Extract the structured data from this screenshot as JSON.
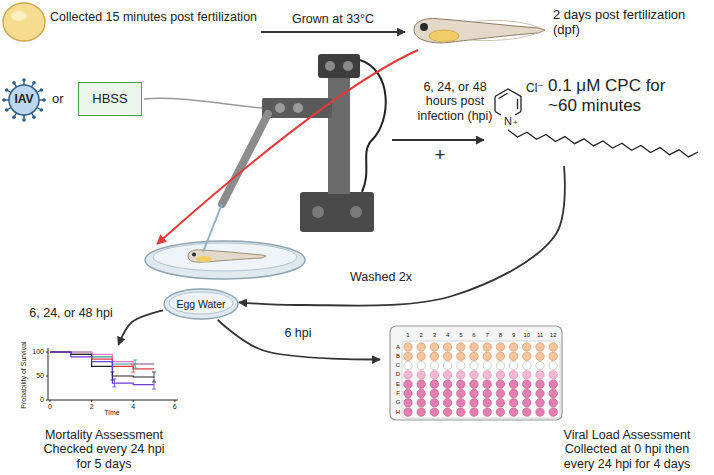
{
  "diagram": {
    "nodes": [
      {
        "text": [
          "Collected 15 minutes post fertilization"
        ]
      },
      {
        "text": [
          "2 days post fertilization (dpf)"
        ]
      },
      {
        "text": [
          "IAV"
        ]
      },
      {
        "text": [
          "HBSS"
        ]
      },
      {
        "text": [
          "0.1 μM CPC for ~60 minutes"
        ]
      },
      {
        "text": [
          "Egg Water"
        ]
      },
      {
        "text": [
          "Mortality Assessment Checked every 24 hpi for 5 days"
        ]
      },
      {
        "text": [
          "Viral Load Assessment Collected at 0 hpi then every 24 hpi for 4 days"
        ]
      }
    ],
    "edges": [
      {
        "from": 0,
        "to": 1,
        "label": "Grown at 33°C",
        "arrow": "to"
      },
      {
        "from": 4,
        "to": 5,
        "label": "Washed 2x",
        "arrow": "to"
      },
      {
        "from": 5,
        "to": 6,
        "label": "6, 24, or 48 hpi",
        "arrow": "to"
      },
      {
        "from": 5,
        "to": 7,
        "label": "6 hpi",
        "arrow": "to"
      }
    ],
    "labels": [
      "or",
      "6, 24, or 48 hours post infection (hpi)",
      "+",
      "N",
      "+",
      "Cl⁻",
      "Probability of Survival",
      "100",
      "50",
      "0",
      "0",
      "2",
      "4",
      "6",
      "Time",
      "1",
      "2",
      "3",
      "4",
      "5",
      "6",
      "7",
      "8",
      "9",
      "10",
      "11",
      "12",
      "A",
      "B",
      "C",
      "D",
      "E",
      "F",
      "G",
      "H"
    ]
  }
}
